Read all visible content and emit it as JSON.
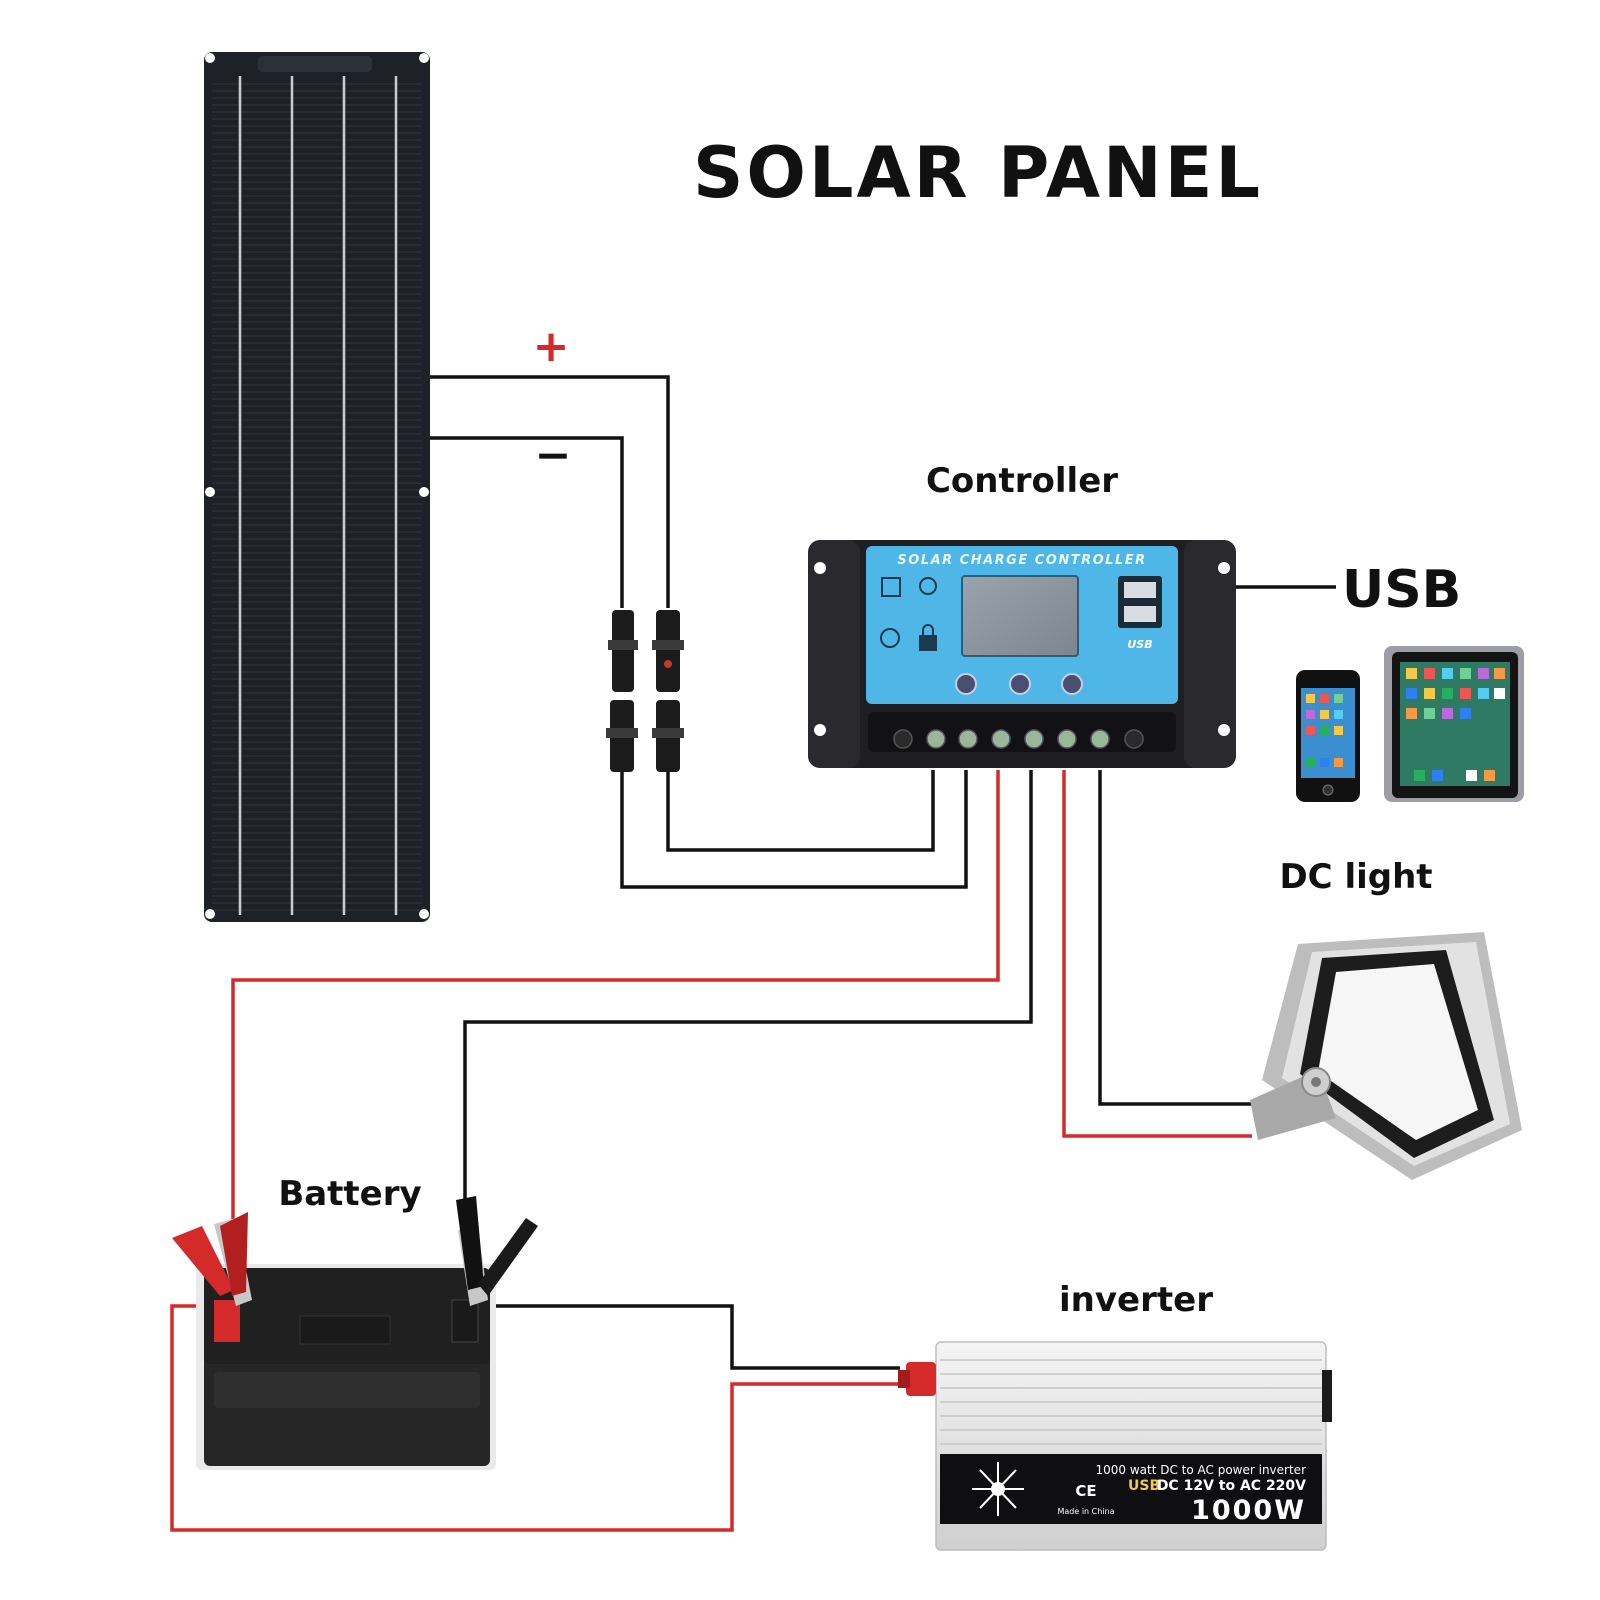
{
  "title": "SOLAR PANEL",
  "labels": {
    "controller": "Controller",
    "usb": "USB",
    "dc_light": "DC light",
    "battery": "Battery",
    "inverter": "inverter",
    "plus": "+",
    "minus": "−"
  },
  "controller_device": {
    "face_title": "SOLAR CHARGE CONTROLLER",
    "usb_badge": "USB"
  },
  "inverter_device": {
    "line1": "1000 watt DC to AC power inverter",
    "line2_usb": "USB",
    "line2": "DC 12V to AC 220V",
    "watt": "1000W",
    "ce": "CE",
    "made_in": "Made in China"
  },
  "colors": {
    "positive_wire": "#d42a2a",
    "negative_wire": "#111111",
    "controller_face": "#4fb6e8",
    "panel": "#1e2128"
  }
}
